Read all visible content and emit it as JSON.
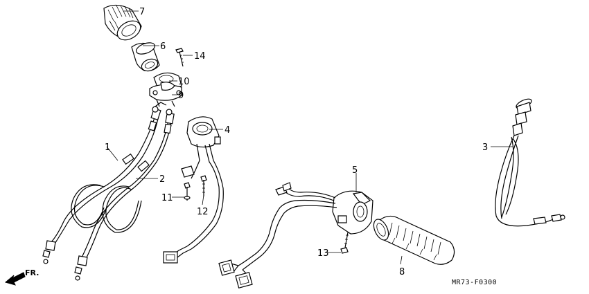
{
  "callouts": [
    "1",
    "2",
    "3",
    "4",
    "5",
    "6",
    "7",
    "8",
    "9",
    "10",
    "11",
    "12",
    "13",
    "14"
  ],
  "diagram_code": "MR73-F0300",
  "direction_label": "FR."
}
